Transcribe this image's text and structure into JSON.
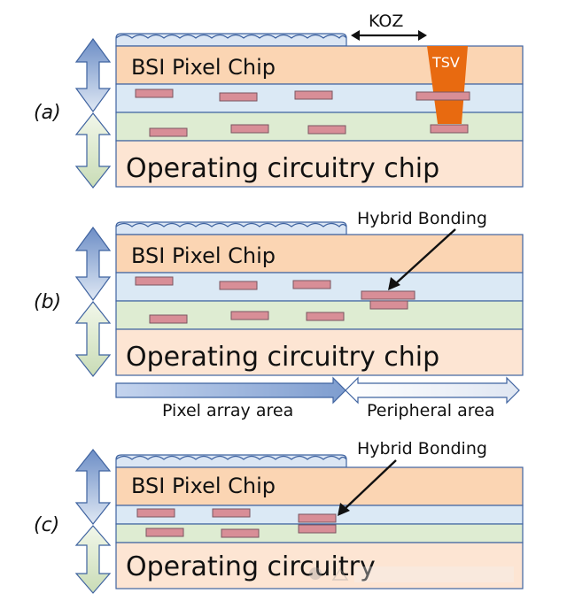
{
  "panel_labels": {
    "a": "(a)",
    "b": "(b)",
    "c": "(c)"
  },
  "chip_labels": {
    "bsi": "BSI Pixel Chip",
    "operating_a": "Operating circuitry chip",
    "operating_b": "Operating circuitry chip",
    "operating_c": "Operating circuitry"
  },
  "annotations": {
    "koz": "KOZ",
    "tsv": "TSV",
    "hybrid_bonding": "Hybrid Bonding"
  },
  "area_labels": {
    "pixel_array": "Pixel array area",
    "peripheral": "Peripheral area"
  },
  "colors": {
    "bsi_layer": "#fbd5b3",
    "blue_layer": "#dbe9f5",
    "green_layer": "#deecd2",
    "operating_layer": "#fde5d3",
    "pad": "#d88e97",
    "tsv": "#e86a10",
    "outline": "#3f63a0",
    "arrow": "#6e8fc4"
  }
}
